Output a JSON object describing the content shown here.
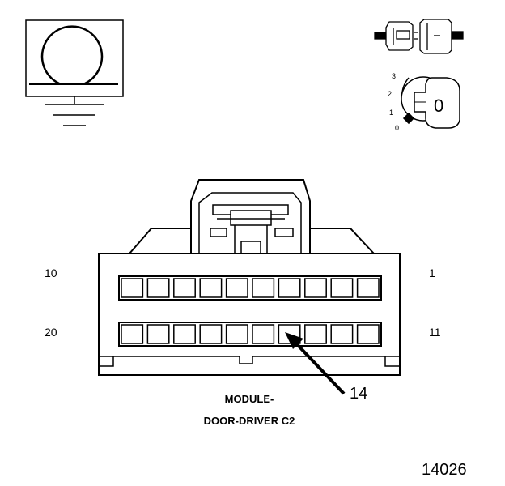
{
  "connector": {
    "name_line1": "MODULE-",
    "name_line2": "DOOR-DRIVER C2",
    "pin_labels": {
      "top_left": "10",
      "top_right": "1",
      "bottom_left": "20",
      "bottom_right": "11"
    },
    "callout": "14",
    "cavities_per_row": 10
  },
  "ignition": {
    "positions": [
      "3",
      "2",
      "1",
      "0"
    ],
    "key_label": "0"
  },
  "figure_number": "14026"
}
